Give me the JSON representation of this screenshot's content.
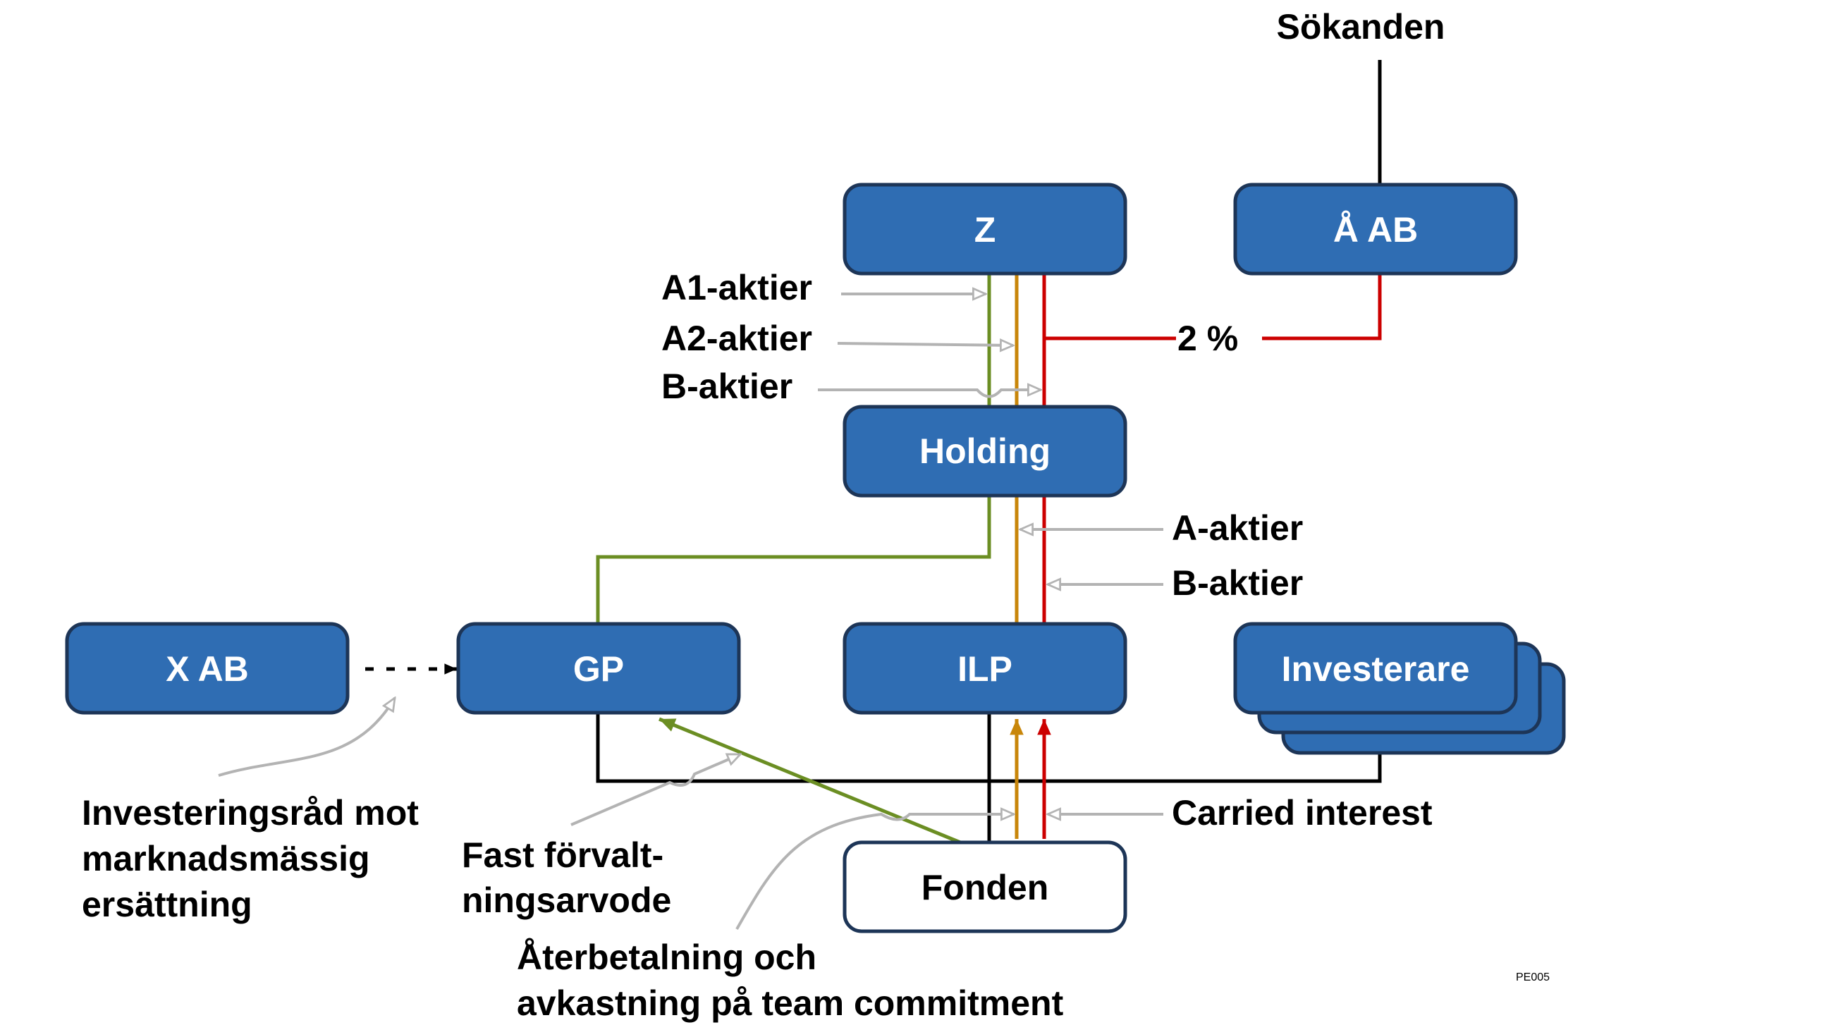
{
  "nodes": {
    "z": "Z",
    "a_ab": "Å AB",
    "holding": "Holding",
    "x_ab": "X AB",
    "gp": "GP",
    "ilp": "ILP",
    "investerare": "Investerare",
    "fonden": "Fonden"
  },
  "labels": {
    "sokanden": "Sökanden",
    "a1_aktier": "A1-aktier",
    "a2_aktier": "A2-aktier",
    "b_aktier_top": "B-aktier",
    "two_percent": "2 %",
    "a_aktier": "A-aktier",
    "b_aktier_mid": "B-aktier",
    "carried_interest": "Carried interest",
    "investeringsrad_1": "Investeringsråd mot",
    "investeringsrad_2": "marknadsmässig",
    "investeringsrad_3": "ersättning",
    "fast_1": "Fast förvalt-",
    "fast_2": "ningsarvode",
    "aterbetalning_1": "Återbetalning och",
    "aterbetalning_2": "avkastning på team commitment",
    "code": "PE005"
  },
  "colors": {
    "box_fill": "#2f6db3",
    "box_stroke": "#1d3557",
    "green": "#6b8e23",
    "orange": "#c8860a",
    "red": "#cc0000",
    "gray": "#b3b3b3",
    "black": "#000000"
  }
}
